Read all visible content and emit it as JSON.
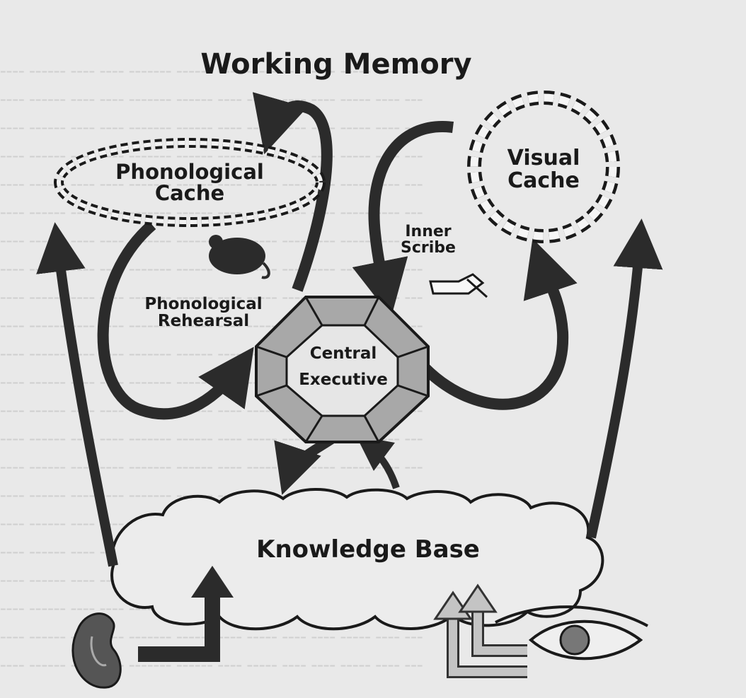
{
  "title": "Working Memory",
  "nodes": {
    "phonological_cache": "Phonological Cache",
    "visual_cache": "Visual Cache",
    "central_executive": "Central Executive",
    "knowledge_base": "Knowledge Base",
    "phonological_rehearsal": "Phonological Rehearsal",
    "inner_scribe": "Inner Scribe"
  },
  "icons": [
    "mouse-icon",
    "writing-hand-icon",
    "ear-icon",
    "eye-icon"
  ],
  "colors": {
    "background": "#e9e9e9",
    "ink": "#1a1a1a",
    "arrow_dark": "#2b2b2b",
    "executive_fill": "#a8a8a8",
    "light_arrow": "#c4c4c4"
  }
}
